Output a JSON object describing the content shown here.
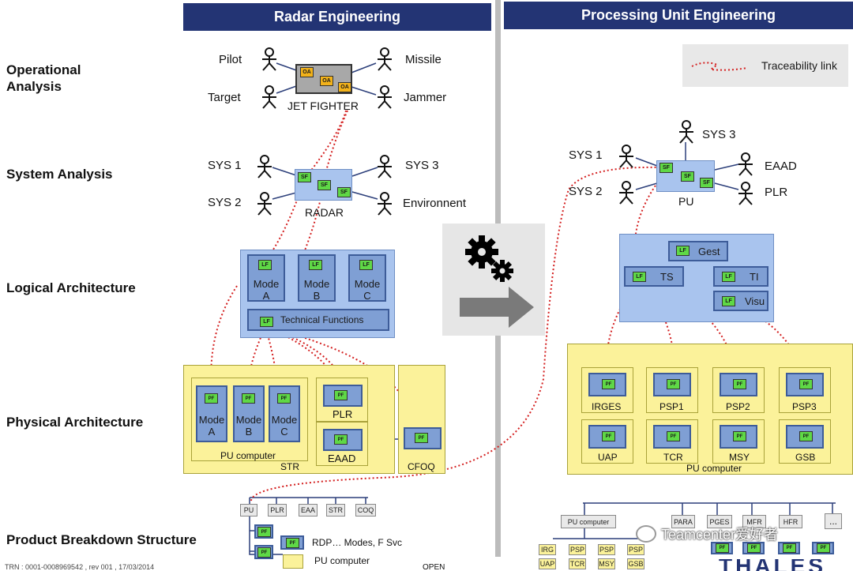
{
  "headers": {
    "left": "Radar Engineering",
    "right": "Processing Unit Engineering"
  },
  "row_labels": {
    "oa_line1": "Operational",
    "oa_line2": "Analysis",
    "sa": "System Analysis",
    "la": "Logical Architecture",
    "pa": "Physical Architecture",
    "pbs": "Product Breakdown Structure"
  },
  "legend": {
    "label": "Traceability link"
  },
  "radar": {
    "oa": {
      "actors": [
        "Pilot",
        "Target",
        "Missile",
        "Jammer"
      ],
      "system": "JET FIGHTER",
      "fn": "OA"
    },
    "sa": {
      "actors": [
        "SYS 1",
        "SYS 2",
        "SYS 3",
        "Environnent"
      ],
      "system": "RADAR",
      "fn": "SF"
    },
    "la": {
      "modes": [
        "Mode A",
        "Mode B",
        "Mode C"
      ],
      "fn": "LF",
      "technical": "Technical Functions"
    },
    "pa": {
      "modes": [
        "Mode A",
        "Mode B",
        "Mode C"
      ],
      "pf": "PF",
      "pu": "PU computer",
      "str": "STR",
      "plr": "PLR",
      "eaad": "EAAD",
      "cfoq": "CFOQ"
    },
    "pbs": {
      "items": [
        "PU",
        "PLR",
        "EAA",
        "STR",
        "COQ"
      ],
      "rdp": "RDP… Modes, F  Svc",
      "pu_computer": "PU computer"
    }
  },
  "pu": {
    "sa": {
      "actors": [
        "SYS 1",
        "SYS 2",
        "SYS 3",
        "EAAD",
        "PLR"
      ],
      "system": "PU"
    },
    "la": {
      "functions": [
        "Gest",
        "TS",
        "TI",
        "Visu"
      ]
    },
    "pa": {
      "nodes": [
        "IRGES",
        "PSP1",
        "PSP2",
        "PSP3",
        "UAP",
        "TCR",
        "MSY",
        "GSB"
      ],
      "pu": "PU computer"
    },
    "pbs": {
      "pu_computer": "PU computer",
      "items": [
        "PARA",
        "PGES",
        "MFR",
        "HFR"
      ],
      "more": "...",
      "bottom": [
        "IRG",
        "PSP",
        "PSP",
        "PSP",
        "UAP",
        "TCR",
        "MSY",
        "GSB"
      ]
    }
  },
  "footer": {
    "ref": "TRN : 0001-0008969542 , rev 001 , 17/03/2014",
    "open": "OPEN"
  },
  "watermark": {
    "text": "Teamcenter爱好者",
    "thales": "THALES"
  }
}
